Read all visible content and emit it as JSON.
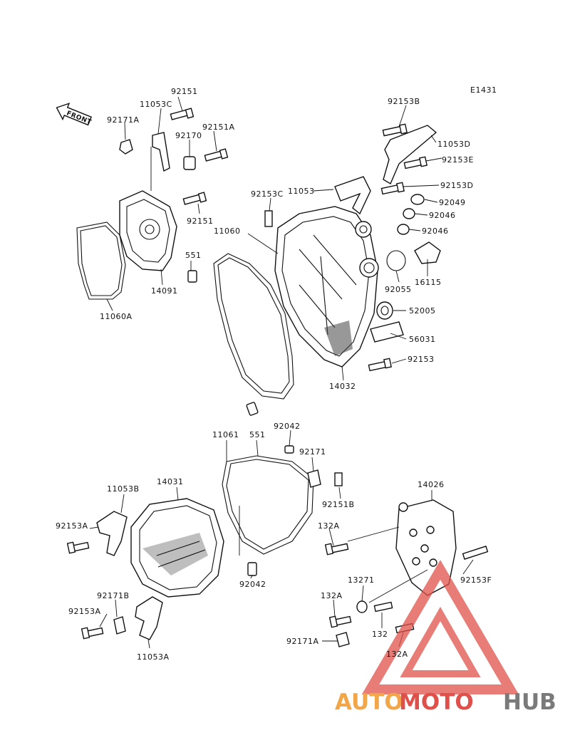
{
  "diagram_id": "E1431",
  "front_arrow_label": "FRONT",
  "watermark": {
    "part1": "AUTO",
    "part2": "MOTO",
    "part3": "HUB",
    "color_orange": "#f2a64a",
    "color_red": "#e0504a",
    "color_gray": "#7a7a7a"
  },
  "labels": {
    "p92151_top": "92151",
    "p11053C": "11053C",
    "p92171A_top": "92171A",
    "p92151A": "92151A",
    "p92170": "92170",
    "p92151_mid": "92151",
    "p14091": "14091",
    "p11060A": "11060A",
    "p92153B": "92153B",
    "p11053D": "11053D",
    "p92153E": "92153E",
    "p92153D": "92153D",
    "p92153C": "92153C",
    "p11053": "11053",
    "p92049": "92049",
    "p92046_a": "92046",
    "p92046_b": "92046",
    "p11060": "11060",
    "p551_top": "551",
    "p16115": "16115",
    "p92055": "92055",
    "p52005": "52005",
    "p56031": "56031",
    "p92153": "92153",
    "p14032": "14032",
    "p11061": "11061",
    "p551_bot": "551",
    "p92042_top": "92042",
    "p92171": "92171",
    "p14031": "14031",
    "p11053B": "11053B",
    "p92151B": "92151B",
    "p92153A_left": "92153A",
    "p132A_top": "132A",
    "p14026": "14026",
    "p92042_bot": "92042",
    "p13271": "13271",
    "p92153F": "92153F",
    "p92171B": "92171B",
    "p132A_mid": "132A",
    "p92153A_bot": "92153A",
    "p132": "132",
    "p92171A_bot": "92171A",
    "p132A_bot": "132A",
    "p11053A": "11053A"
  }
}
